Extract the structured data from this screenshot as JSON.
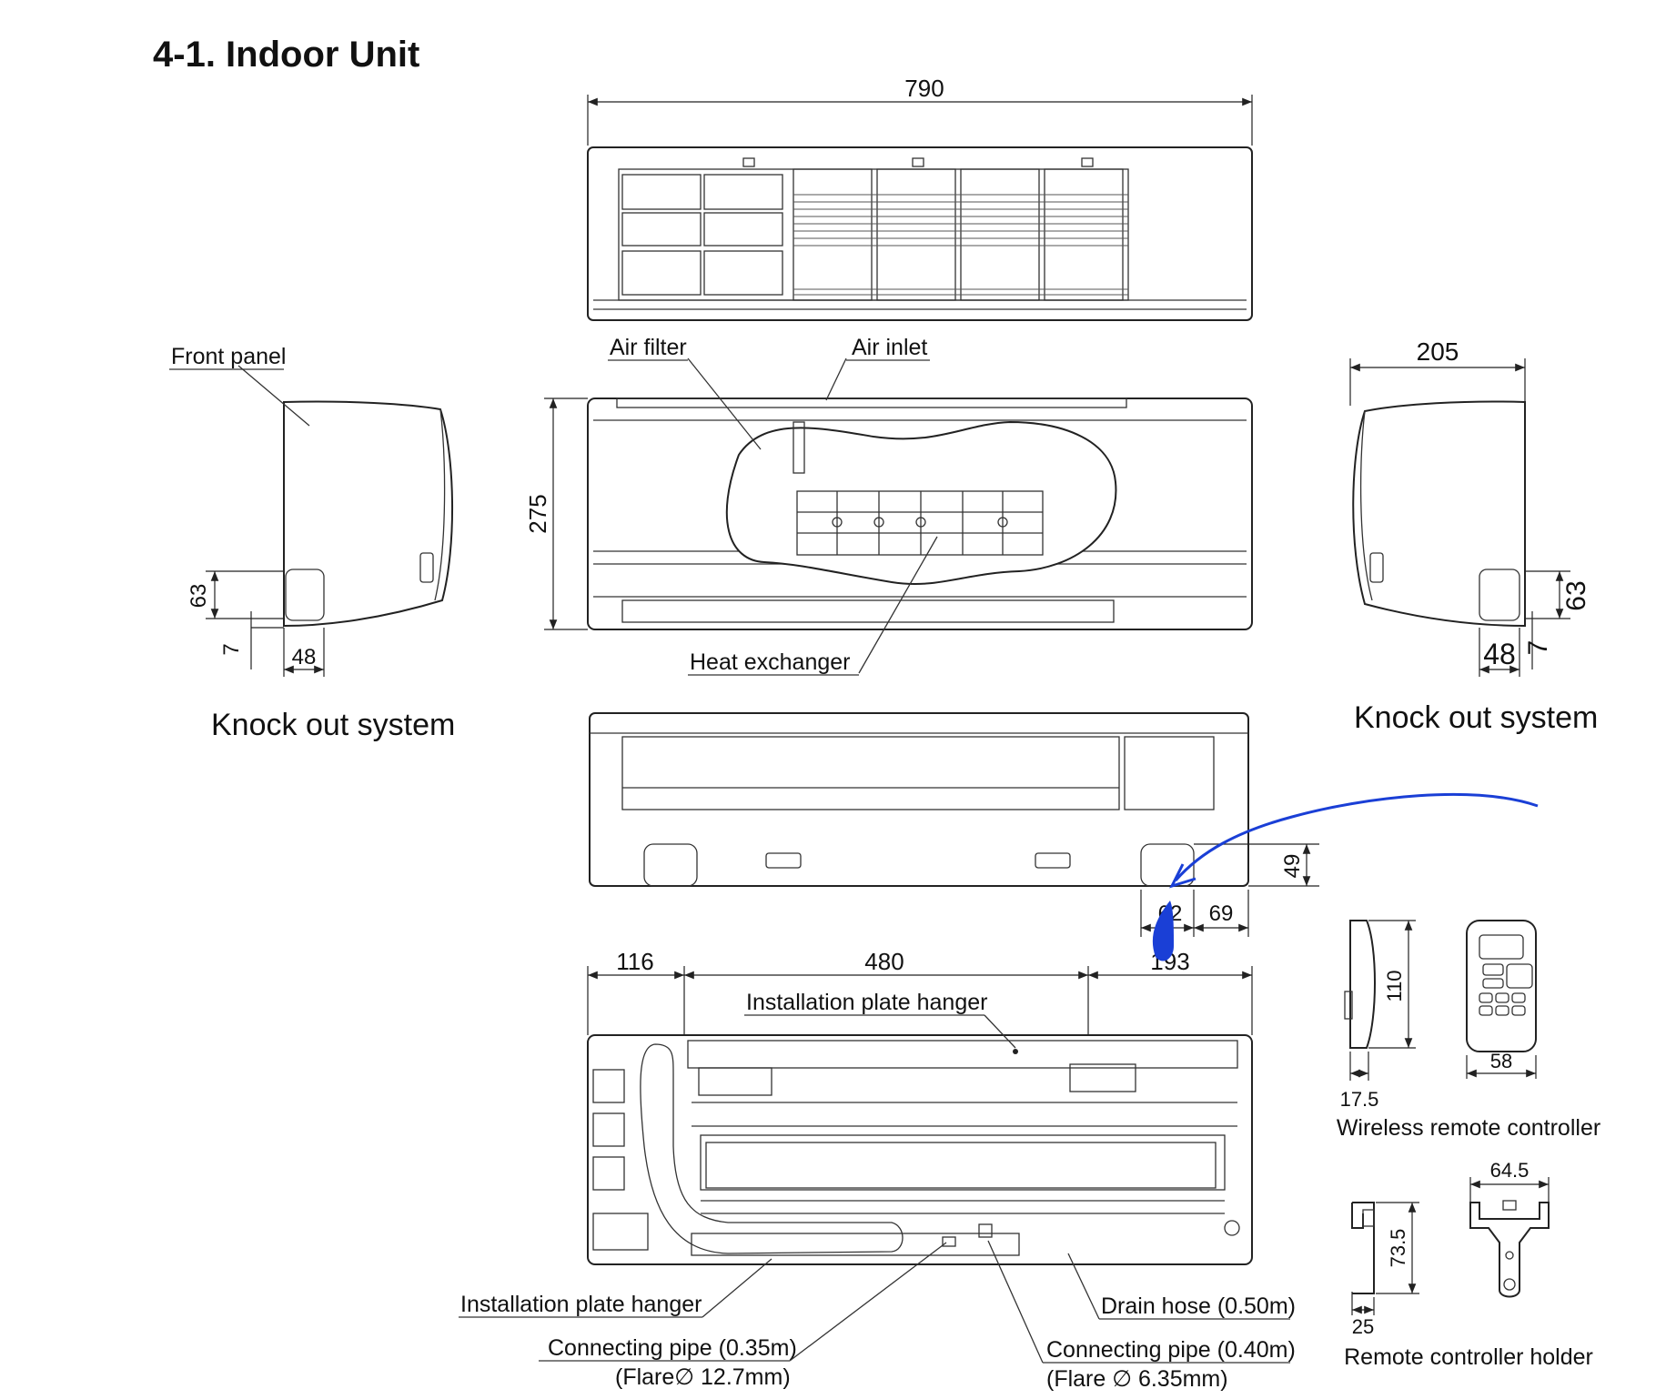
{
  "title": "4-1. Indoor Unit",
  "dimensions": {
    "width": "790",
    "height": "275",
    "depth": "205",
    "knockout_height": "63",
    "knockout_offset": "7",
    "knockout_width": "48",
    "bottom_offset_height": "49",
    "bottom_knockout_width": "62",
    "bottom_right_margin": "69",
    "plate_left": "116",
    "plate_middle": "480",
    "plate_right": "193"
  },
  "labels": {
    "front_panel": "Front panel",
    "air_filter": "Air filter",
    "air_inlet": "Air inlet",
    "heat_exchanger": "Heat exchanger",
    "knockout_left": "Knock out system",
    "knockout_right": "Knock out system",
    "installation_plate_hanger_top": "Installation plate hanger",
    "installation_plate_hanger_bottom": "Installation plate hanger",
    "connecting_pipe_1": "Connecting pipe (0.35m)",
    "flare_1": "(Flare∅ 12.7mm)",
    "drain_hose": "Drain hose (0.50m)",
    "connecting_pipe_2": "Connecting pipe (0.40m)",
    "flare_2": "(Flare  ∅ 6.35mm)"
  },
  "remote": {
    "height": "110",
    "width": "58",
    "depth": "17.5",
    "label": "Wireless remote controller"
  },
  "holder": {
    "width": "64.5",
    "height": "73.5",
    "depth": "25",
    "label": "Remote controller holder"
  },
  "colors": {
    "annotation": "#1a3fd6",
    "line": "#222222"
  }
}
